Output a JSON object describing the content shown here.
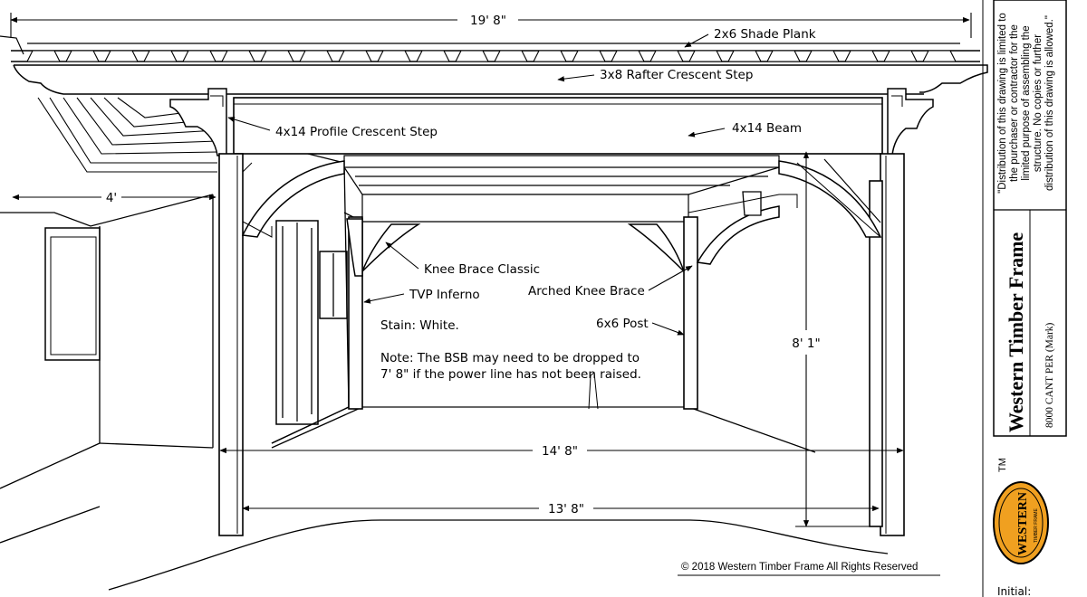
{
  "dimensions": {
    "overall_width": "19' 8\"",
    "overhang": "4'",
    "post_outer_span": "14' 8\"",
    "post_inner_span": "13' 8\"",
    "post_height": "8' 1\""
  },
  "callouts": {
    "shade_plank": "2x6 Shade Plank",
    "rafter": "3x8 Rafter Crescent Step",
    "profile": "4x14 Profile Crescent Step",
    "beam": "4x14 Beam",
    "knee_brace_classic": "Knee Brace Classic",
    "tvp": "TVP Inferno",
    "arched_knee_brace": "Arched Knee Brace",
    "post": "6x6 Post"
  },
  "notes": {
    "stain": "Stain: White.",
    "bsb_line1": "Note: The BSB may need to be dropped to",
    "bsb_line2": "7' 8\" if the power line has not been raised."
  },
  "copyright": "© 2018 Western Timber Frame All Rights Reserved",
  "title_block": {
    "disclaimer_lines": [
      "\"Distribution of this drawing is limited to",
      "the purchaser or contractor for the",
      "limited purpose of assembling the",
      "structure.  No copies or further",
      "distribution of this drawing is allowed.\""
    ],
    "company": "Western Timber Frame",
    "model": "8000 CANT PER (Mark)",
    "tm": "TM",
    "logo_word": "WESTERN",
    "logo_sub": "TIMBER FRAME",
    "initial": "Initial:"
  }
}
